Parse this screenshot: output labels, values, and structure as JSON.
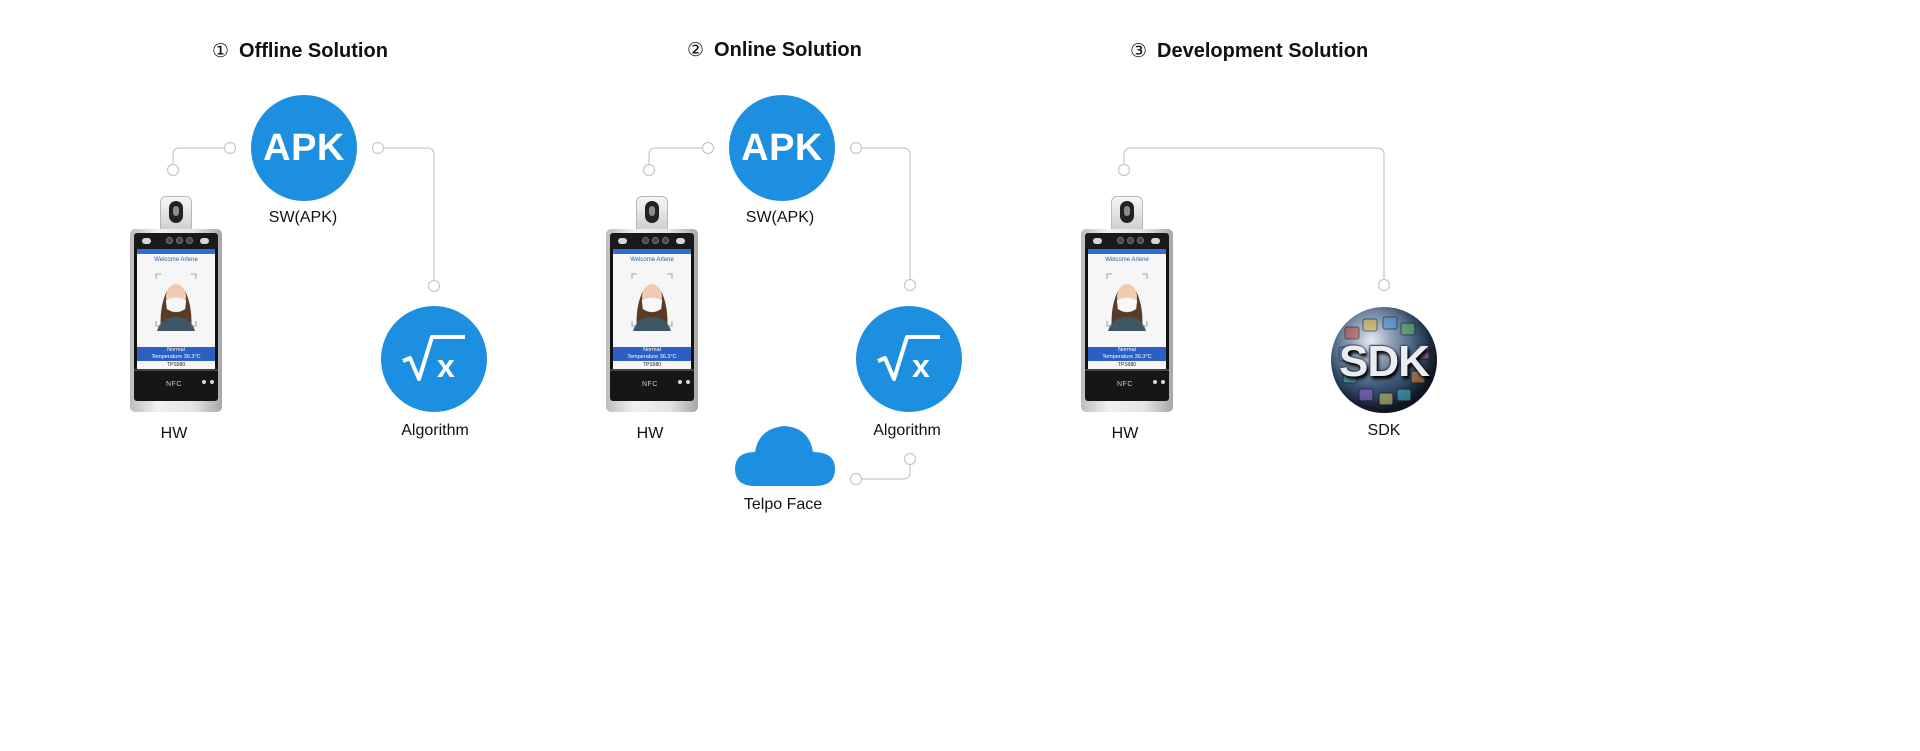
{
  "solutions": [
    {
      "number": "①",
      "title": "Offline Solution",
      "apk_text": "APK",
      "apk_label": "SW(APK)",
      "hw_label": "HW",
      "algorithm_label": "Algorithm"
    },
    {
      "number": "②",
      "title": "Online Solution",
      "apk_text": "APK",
      "apk_label": "SW(APK)",
      "hw_label": "HW",
      "algorithm_label": "Algorithm",
      "cloud_label": "Telpo Face"
    },
    {
      "number": "③",
      "title": "Development Solution",
      "hw_label": "HW",
      "sdk_text": "SDK",
      "sdk_label": "SDK"
    }
  ],
  "device_screen": {
    "welcome": "Welcome Arlene",
    "status_main": "Normal",
    "status_sub": "Temperature 36.3°C",
    "model": "TPS980",
    "nfc": "NFC"
  },
  "colors": {
    "accent": "#1d8fe0",
    "connector": "#c8c8c8",
    "text": "#111111"
  },
  "icons": [
    "apk-badge-icon",
    "sqrt-x-icon",
    "cloud-icon",
    "sdk-globe-icon",
    "face-device-icon"
  ]
}
